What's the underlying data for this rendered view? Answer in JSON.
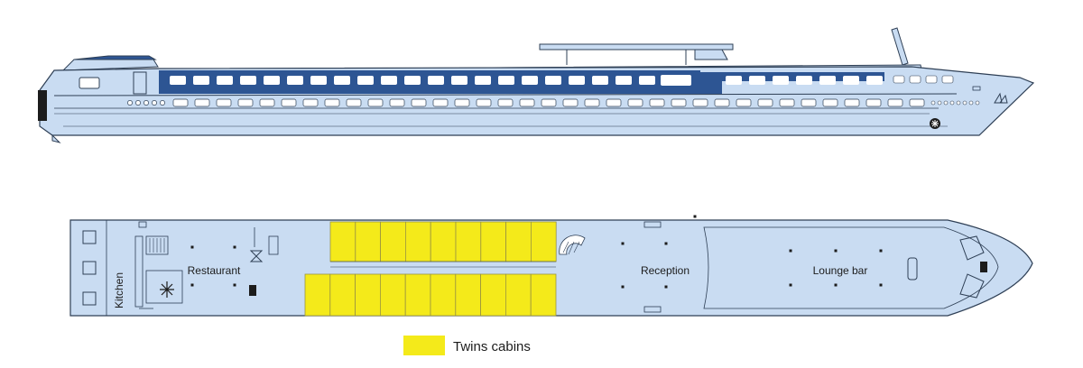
{
  "colors": {
    "hull": "#c9dcf2",
    "hull_outline": "#2e3f55",
    "window_band": "#2d5593",
    "cabin": "#f4ea1a",
    "background": "#ffffff"
  },
  "deck_labels": {
    "kitchen": "Kitchen",
    "restaurant": "Restaurant",
    "reception": "Reception",
    "lounge_bar": "Lounge bar"
  },
  "legend": {
    "twins_label": "Twins cabins"
  },
  "icons": [
    "snowflake-icon",
    "spiral-staircase-icon",
    "anchor-icon",
    "ship-logo-icon"
  ]
}
